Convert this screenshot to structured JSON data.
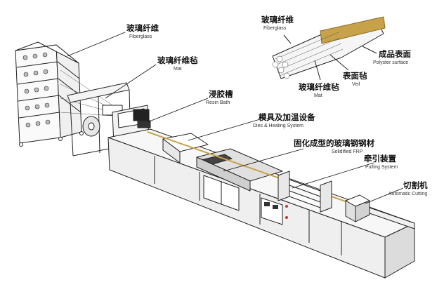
{
  "labels": {
    "fiberglass": {
      "zh": "玻璃纤维",
      "en": "Fiberglass"
    },
    "mat": {
      "zh": "玻璃纤维毡",
      "en": "Mat"
    },
    "resin_bath": {
      "zh": "浸胶槽",
      "en": "Resin Bath"
    },
    "dies_heating": {
      "zh": "模具及加温设备",
      "en": "Dies & Heating System"
    },
    "solidified_frp": {
      "zh": "固化成型的玻璃钢钢材",
      "en": "Solidified FRP"
    },
    "pulling_system": {
      "zh": "牵引装置",
      "en": "Pulling System"
    },
    "automatic_cutting": {
      "zh": "切割机",
      "en": "Automatic Cutting"
    },
    "inset_fiberglass": {
      "zh": "玻璃纤维",
      "en": "Fiberglass"
    },
    "inset_polyster": {
      "zh": "成品表面",
      "en": "Polyster surface"
    },
    "inset_veil": {
      "zh": "表面毡",
      "en": "Veil"
    },
    "inset_mat": {
      "zh": "玻璃纤维毡",
      "en": "Mat"
    }
  },
  "colors": {
    "line": "#222222",
    "fill": "#f3f3f3",
    "dark": "#333333",
    "accent": "#c0392b",
    "product": "#c8a24a"
  }
}
